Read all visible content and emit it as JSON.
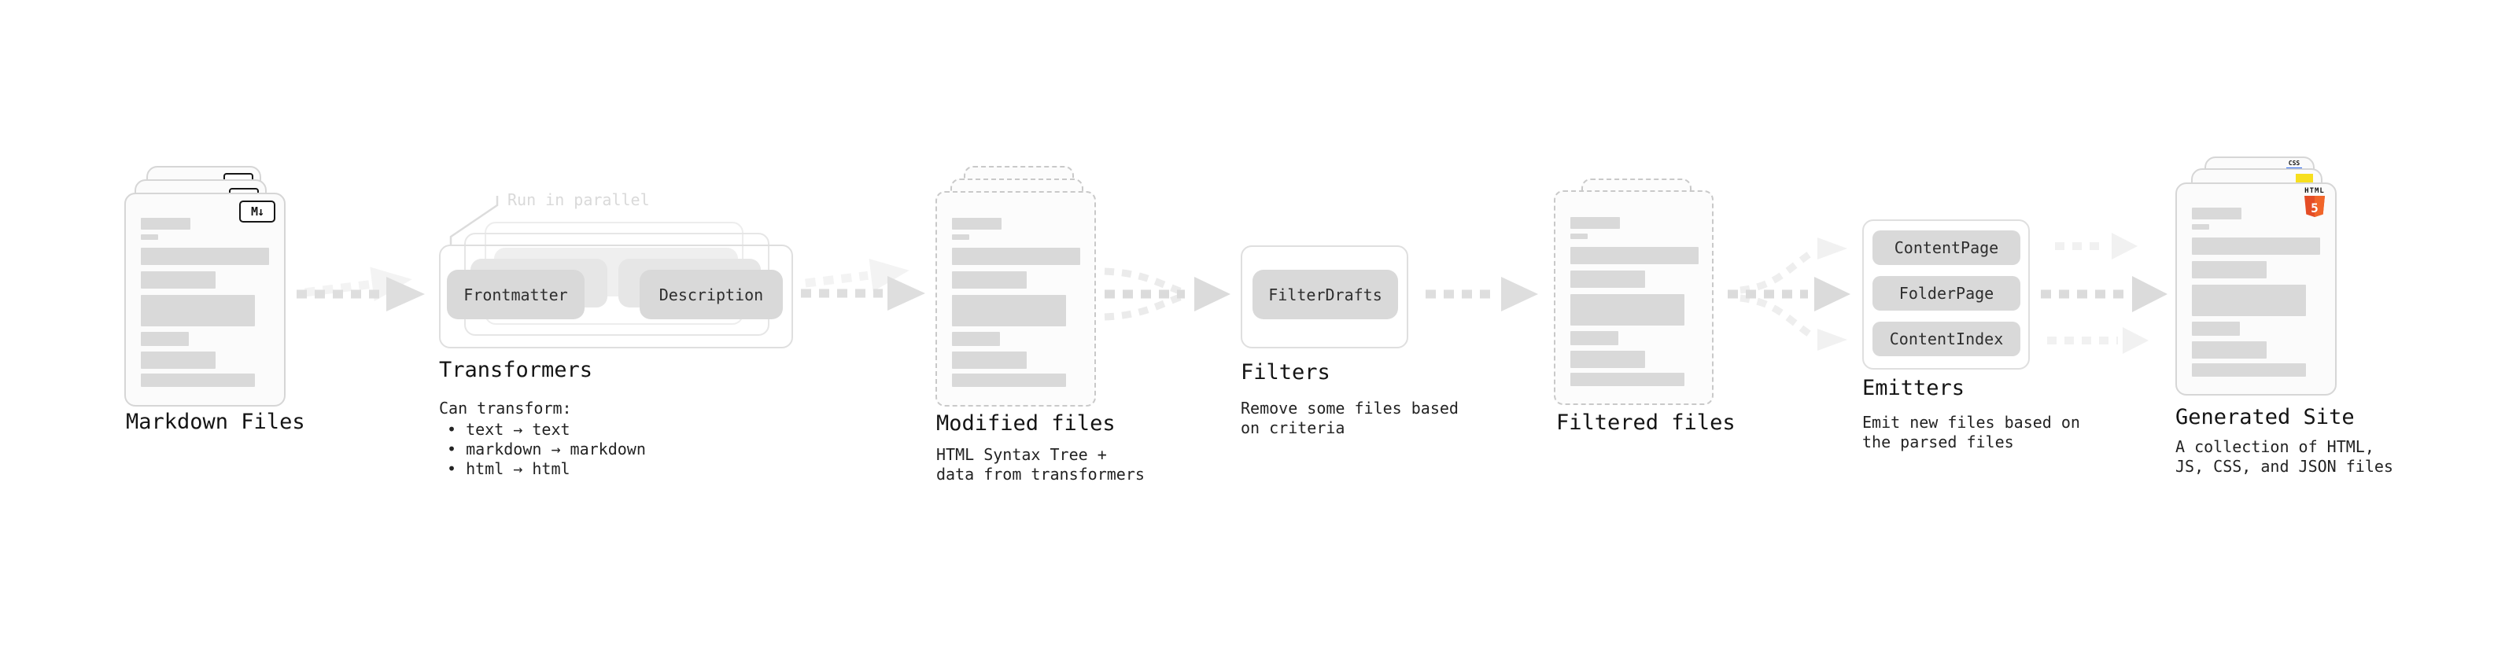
{
  "colors": {
    "bar_gray": "#d9d9d9",
    "arrow_gray": "#dedede",
    "arrow_ghost": "#f2f2f2",
    "html_orange": "#e44d26",
    "html_orange_light": "#f16529",
    "js_yellow": "#f7df1e",
    "css_blue": "#2965f1"
  },
  "stages": {
    "markdown": {
      "title": "Markdown Files",
      "badge": "M↓"
    },
    "transformers": {
      "title": "Transformers",
      "note": "Run in parallel",
      "box_left": "Frontmatter",
      "box_right": "Description",
      "desc_heading": "Can transform:",
      "bullets": [
        "• text → text",
        "• markdown → markdown",
        "• html → html"
      ]
    },
    "modified": {
      "title": "Modified files",
      "desc": "HTML Syntax Tree +\ndata from transformers"
    },
    "filters": {
      "title": "Filters",
      "box": "FilterDrafts",
      "desc": "Remove some files based\non criteria"
    },
    "filtered": {
      "title": "Filtered files"
    },
    "emitters": {
      "title": "Emitters",
      "boxes": [
        "ContentPage",
        "FolderPage",
        "ContentIndex"
      ],
      "desc": "Emit new files based on\nthe parsed files"
    },
    "generated": {
      "title": "Generated Site",
      "desc": "A collection of HTML,\nJS, CSS, and JSON files",
      "css_badge": "CSS",
      "html_badge_label": "HTML",
      "html_badge_number": "5"
    }
  },
  "file_bars": [
    [
      63,
      15,
      6
    ],
    [
      22,
      7,
      10
    ],
    [
      163,
      22,
      8
    ],
    [
      95,
      22,
      8
    ],
    [
      145,
      40,
      7
    ],
    [
      61,
      18,
      7
    ],
    [
      95,
      22,
      6
    ],
    [
      145,
      17,
      0
    ]
  ]
}
